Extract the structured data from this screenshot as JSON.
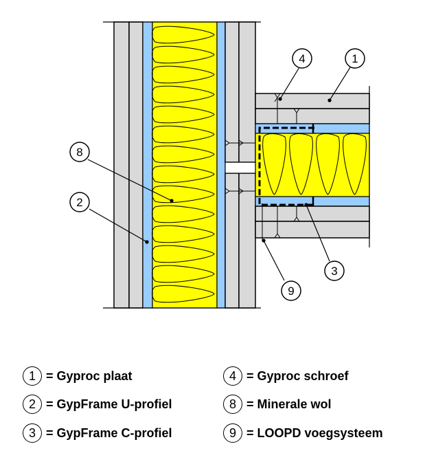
{
  "callouts": [
    {
      "num": "1",
      "label": "= Gyproc plaat"
    },
    {
      "num": "2",
      "label": "= GypFrame U-profiel"
    },
    {
      "num": "3",
      "label": "= GypFrame C-profiel"
    },
    {
      "num": "4",
      "label": "= Gyproc schroef"
    },
    {
      "num": "8",
      "label": "= Minerale wol"
    },
    {
      "num": "9",
      "label": "= LOOPD voegsysteem"
    }
  ],
  "colors": {
    "board": "#d9d9d9",
    "insulation": "#ffff00",
    "profile": "#99ccff",
    "line": "#000000",
    "background": "#ffffff"
  }
}
